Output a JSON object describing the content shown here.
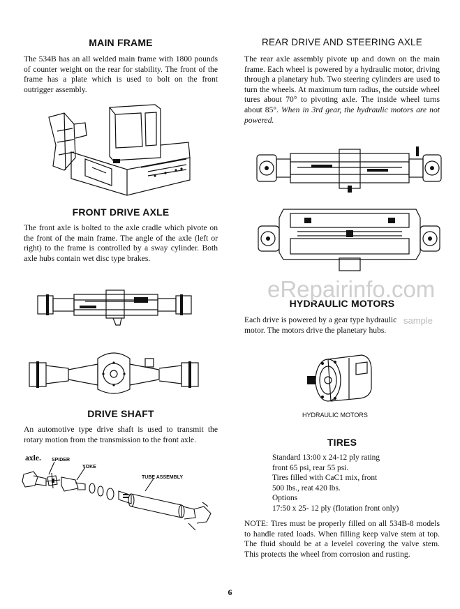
{
  "left": {
    "main_frame": {
      "heading": "MAIN FRAME",
      "text": "The 534B has an all welded main frame with 1800 pounds of counter weight on the rear for stability. The front of the frame has a plate which is used to bolt on the front outrigger assembly."
    },
    "front_drive_axle": {
      "heading": "FRONT DRIVE AXLE",
      "text": "The front axle is bolted to the axle cradle which pivote on the front of the main frame. The angle of the axle (left or right) to the frame is controlled by a sway cylinder. Both axle hubs contain wet disc type brakes."
    },
    "drive_shaft": {
      "heading": "DRIVE SHAFT",
      "text": "An automotive type drive shaft is used to transmit the rotary motion from the transmission to the front axle.",
      "labels": {
        "axle": "axle.",
        "spider": "SPIDER",
        "yoke": "YOKE",
        "tube_assembly": "TUBE ASSEMBLY"
      }
    }
  },
  "right": {
    "rear_drive": {
      "heading": "REAR DRIVE AND STEERING AXLE",
      "text": "The rear axle assembly pivote up and down on the main frame. Each wheel is powered by a hydraulic motor, driving through a planetary hub. Two steering cylinders are used to turn the wheels. At maximum turn radius, the outside wheel tures about 70° to pivoting  axle. The inside wheel turns about 85°.",
      "italic": "When in 3rd gear, the hydraulic motors are not powered."
    },
    "hydraulic_motors": {
      "heading": "HYDRAULIC MOTORS",
      "text": "Each drive is powered by a gear type hydraulic motor. The motors drive the planetary hubs.",
      "caption": "HYDRAULIC MOTORS"
    },
    "tires": {
      "heading": "TIRES",
      "lines": [
        "Standard 13:00 x 24-12 ply rating",
        "front 65 psi, rear 55 psi.",
        "Tires filled with CaC1 mix, front",
        "500 lbs., reat 420 lbs.",
        "Options",
        "17:50 x 25- 12 ply (flotation front only)"
      ],
      "note": "NOTE: Tires must be properly filled on all 534B-8 models to handle rated loads. When filling keep valve stem at top. The fluid should be at a levelel covering the valve stem. This protects the wheel from corrosion and rusting."
    }
  },
  "page_number": "6",
  "watermark": {
    "brand": "eRepairinfo.com",
    "sample": "sample"
  }
}
